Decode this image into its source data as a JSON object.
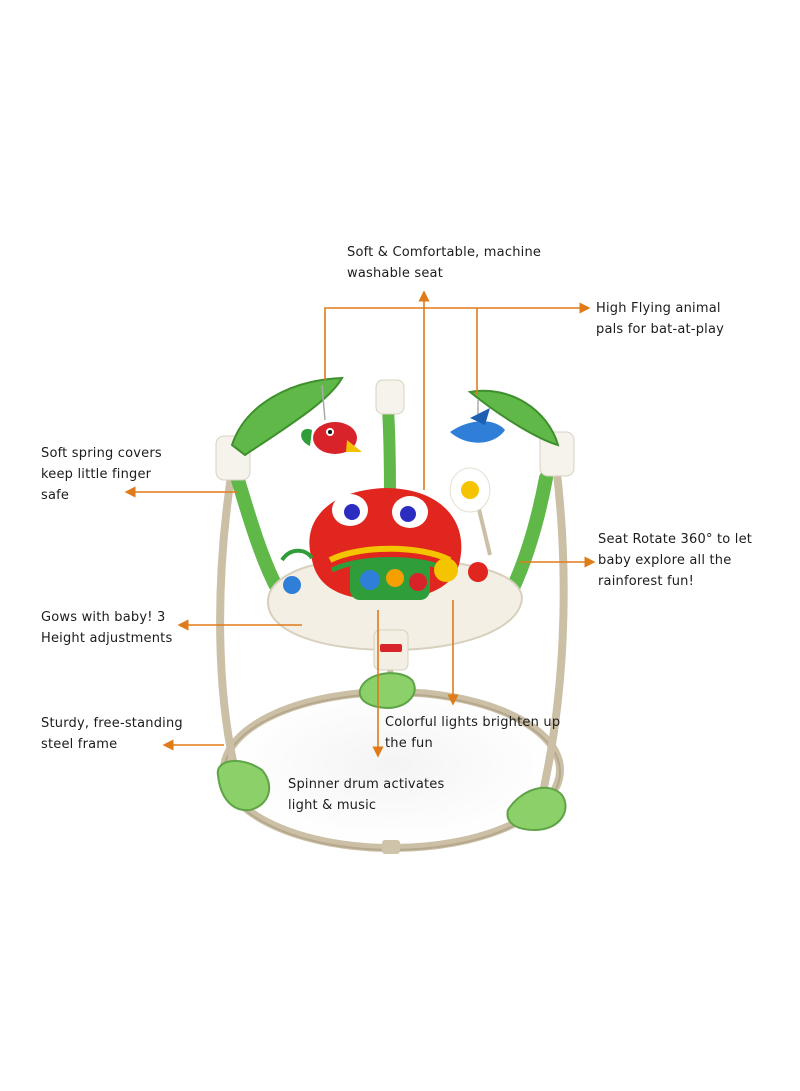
{
  "image": {
    "subject": "baby jumper activity center",
    "colors": {
      "frame": "#cbbfa6",
      "frame_shadow": "#a89a7c",
      "leaf_green": "#5fb848",
      "leaf_dark": "#3f8f2f",
      "seat_red": "#e0261e",
      "base_cream": "#f3efe4",
      "arrow_orange": "#e07b1a",
      "text": "#1c1c1c"
    }
  },
  "callouts": {
    "seat": "Soft & Comfortable, machine\nwashable seat",
    "animals": "High Flying animal\npals for bat-at-play",
    "spring_covers": "Soft spring covers\nkeep little finger\nsafe",
    "rotate": "Seat Rotate 360° to let\nbaby explore all the\nrainforest fun!",
    "height": "Gows with baby! 3\nHeight adjustments",
    "frame": "Sturdy, free-standing\nsteel frame",
    "lights": "Colorful lights brighten up\nthe fun",
    "spinner": "Spinner drum activates\nlight & music"
  }
}
